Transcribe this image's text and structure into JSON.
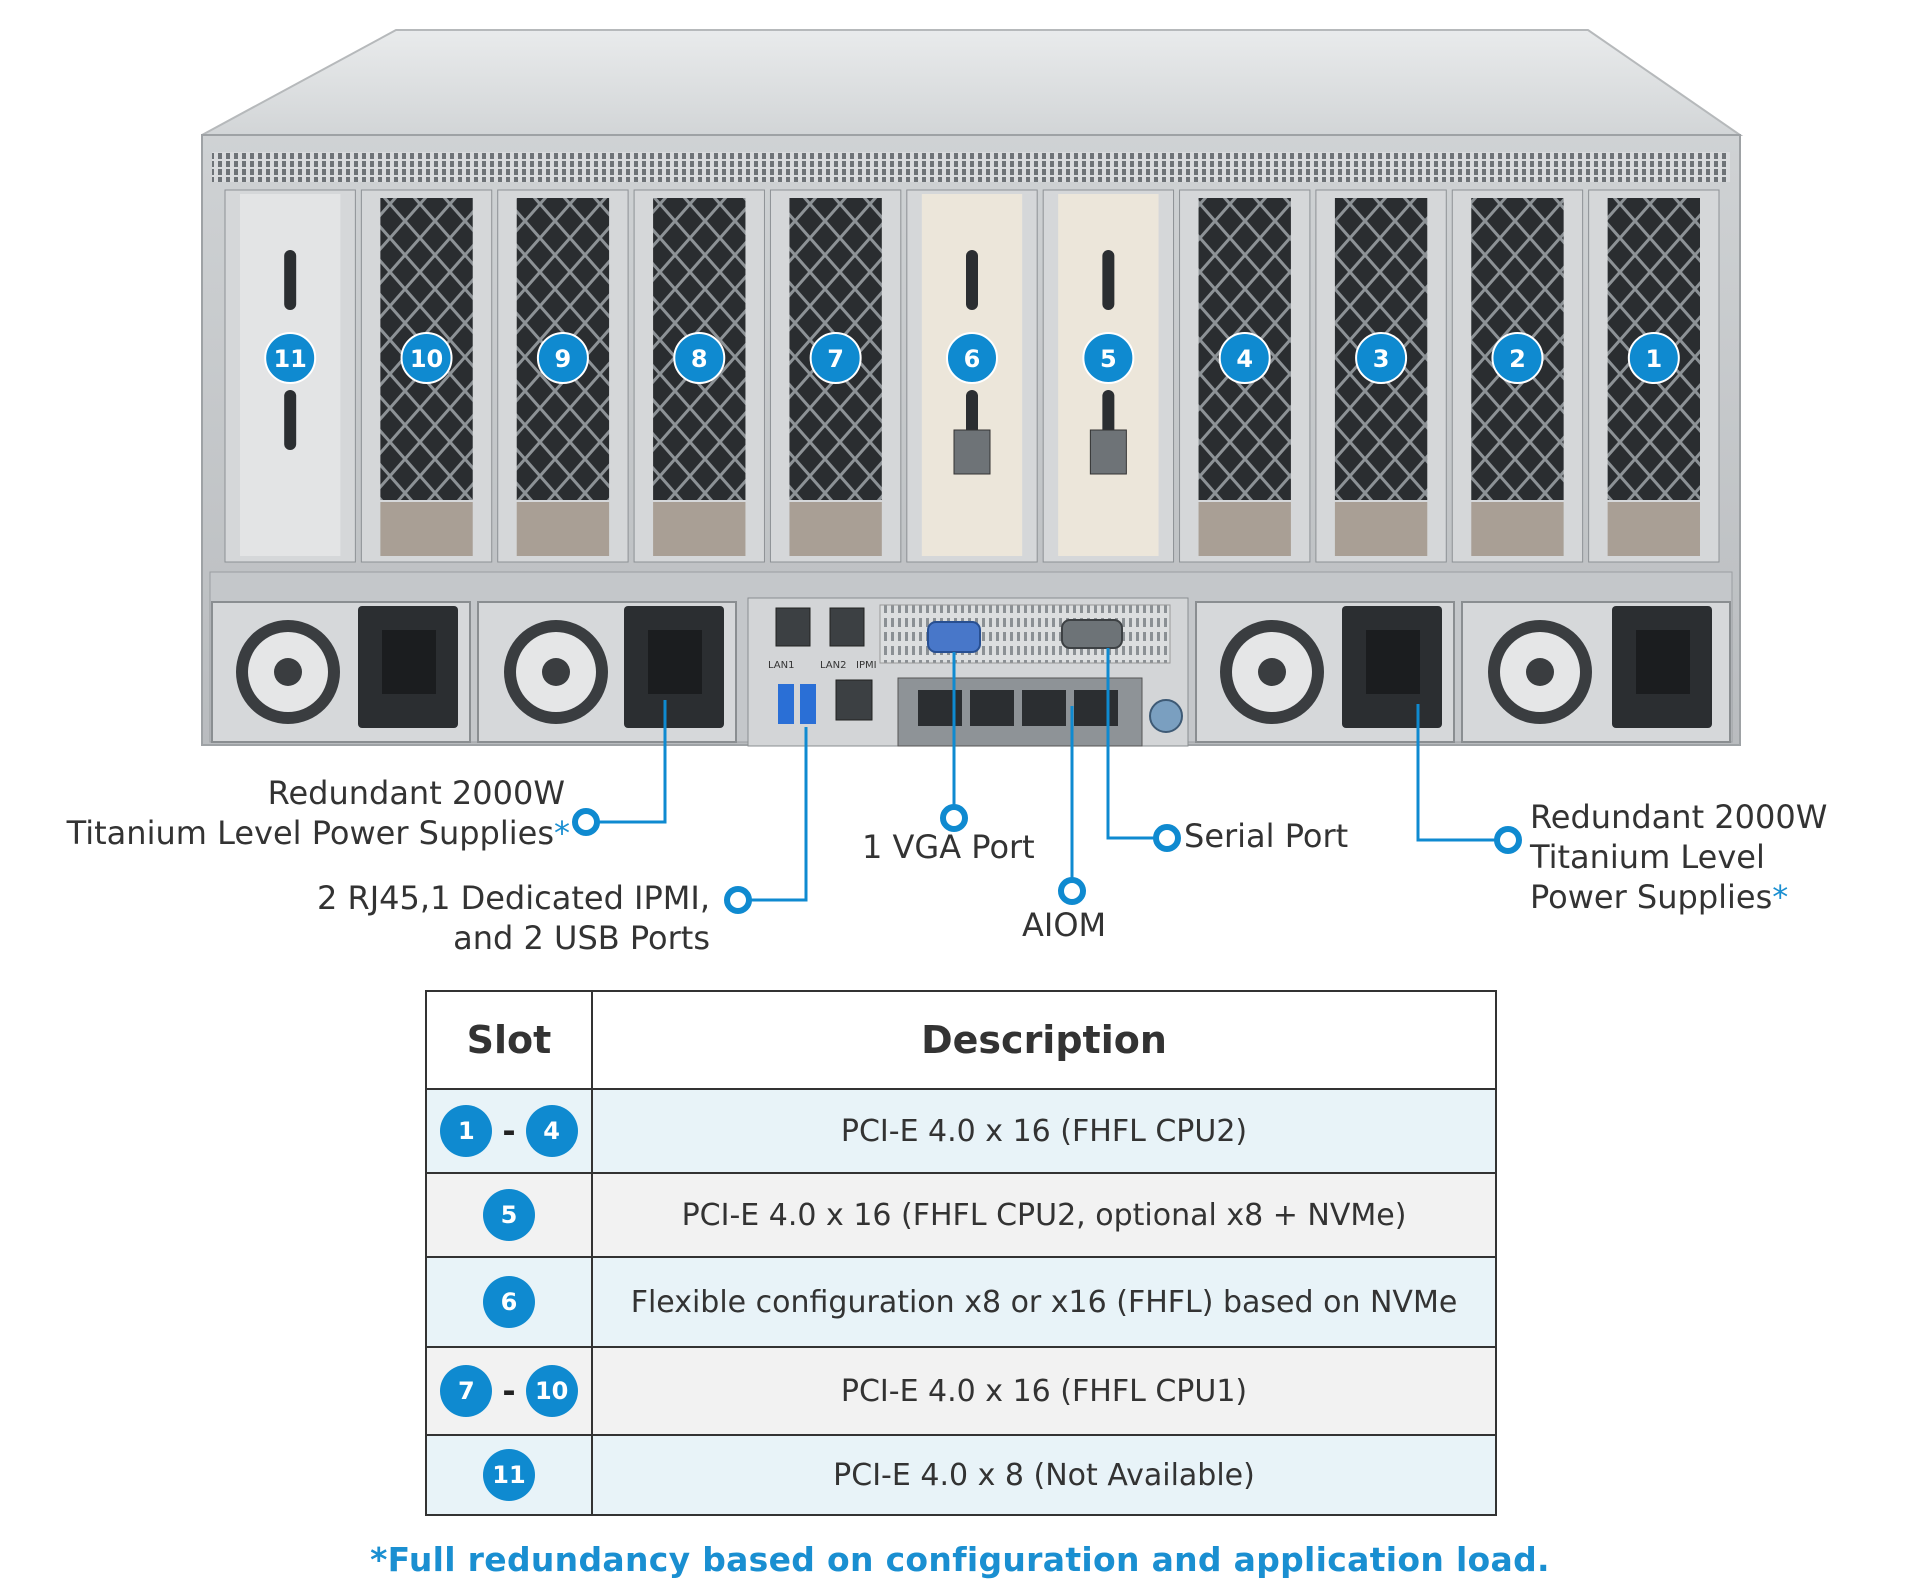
{
  "slot_badges": [
    "11",
    "10",
    "9",
    "8",
    "7",
    "6",
    "5",
    "4",
    "3",
    "2",
    "1"
  ],
  "callouts": {
    "psu_left_line1": "Redundant 2000W",
    "psu_left_line2": "Titanium Level Power Supplies",
    "psu_left_asterisk": "*",
    "lan_line1": "2 RJ45,1 Dedicated IPMI,",
    "lan_line2": "and 2 USB Ports",
    "vga": "1 VGA Port",
    "aiom": "AIOM",
    "serial": "Serial Port",
    "psu_right_line1": "Redundant 2000W",
    "psu_right_line2": "Titanium Level",
    "psu_right_line3": "Power Supplies",
    "psu_right_asterisk": "*"
  },
  "port_labels": [
    "LAN1",
    "LAN2",
    "IPMI"
  ],
  "table": {
    "header_slot": "Slot",
    "header_description": "Description",
    "rows": [
      {
        "slot_from": "1",
        "dash": "-",
        "slot_to": "4",
        "description": "PCI-E 4.0 x 16 (FHFL CPU2)"
      },
      {
        "slot": "5",
        "description": "PCI-E 4.0 x 16 (FHFL CPU2, optional x8 + NVMe)"
      },
      {
        "slot": "6",
        "description": "Flexible configuration x8 or x16 (FHFL) based on NVMe"
      },
      {
        "slot_from": "7",
        "dash": "-",
        "slot_to": "10",
        "description": "PCI-E 4.0 x 16 (FHFL CPU1)"
      },
      {
        "slot": "11",
        "description": "PCI-E 4.0 x 8 (Not Available)"
      }
    ]
  },
  "footnote": "*Full redundancy based on configuration and application load.",
  "colors": {
    "accent": "#0f8ad0",
    "text": "#333333",
    "row_tint": "#e8f3f8",
    "row_gray": "#f2f2f2",
    "chassis": "#c9ccce"
  }
}
